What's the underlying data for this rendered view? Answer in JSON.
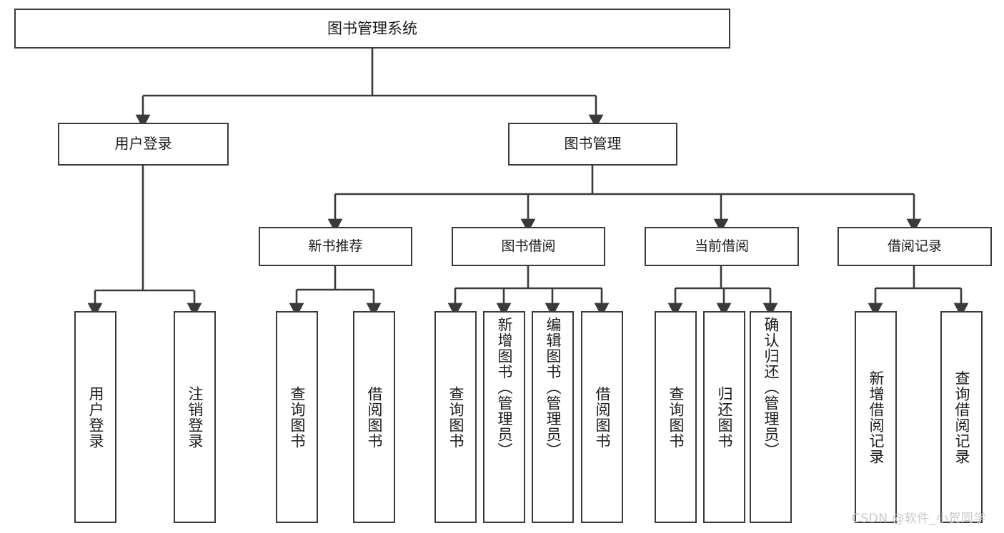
{
  "diagram": {
    "type": "tree-hierarchy",
    "title": "图书管理系统",
    "watermark": "CSDN @软件_小贺同学",
    "colors": {
      "box_border": "#3a3a3a",
      "box_fill": "#ffffff",
      "connector": "#3a3a3a",
      "text": "#1b1b1b",
      "watermark": "#c9c9c9"
    },
    "nodes": {
      "root": {
        "label": "图书管理系统"
      },
      "level2": [
        {
          "id": "user-login",
          "label": "用户登录"
        },
        {
          "id": "book-management",
          "label": "图书管理"
        }
      ],
      "level3": [
        {
          "id": "new-book-recommend",
          "label": "新书推荐"
        },
        {
          "id": "book-borrow",
          "label": "图书借阅"
        },
        {
          "id": "current-borrow",
          "label": "当前借阅"
        },
        {
          "id": "borrow-records",
          "label": "借阅记录"
        }
      ],
      "leaves": [
        {
          "id": "leaf-user-login",
          "label": "用户登录",
          "parent": "user-login"
        },
        {
          "id": "leaf-logout",
          "label": "注销登录",
          "parent": "user-login"
        },
        {
          "id": "leaf-query-book-1",
          "label": "查询图书",
          "parent": "new-book-recommend"
        },
        {
          "id": "leaf-borrow-book-1",
          "label": "借阅图书",
          "parent": "new-book-recommend"
        },
        {
          "id": "leaf-query-book-2",
          "label": "查询图书",
          "parent": "book-borrow"
        },
        {
          "id": "leaf-add-book",
          "label": "新增图书（管理员）",
          "parent": "book-borrow"
        },
        {
          "id": "leaf-edit-book",
          "label": "编辑图书（管理员）",
          "parent": "book-borrow"
        },
        {
          "id": "leaf-borrow-book-2",
          "label": "借阅图书",
          "parent": "book-borrow"
        },
        {
          "id": "leaf-query-book-3",
          "label": "查询图书",
          "parent": "current-borrow"
        },
        {
          "id": "leaf-return-book",
          "label": "归还图书",
          "parent": "current-borrow"
        },
        {
          "id": "leaf-confirm-return",
          "label": "确认归还（管理员）",
          "parent": "current-borrow"
        },
        {
          "id": "leaf-add-record",
          "label": "新增借阅记录",
          "parent": "borrow-records"
        },
        {
          "id": "leaf-query-record",
          "label": "查询借阅记录",
          "parent": "borrow-records"
        }
      ]
    }
  }
}
